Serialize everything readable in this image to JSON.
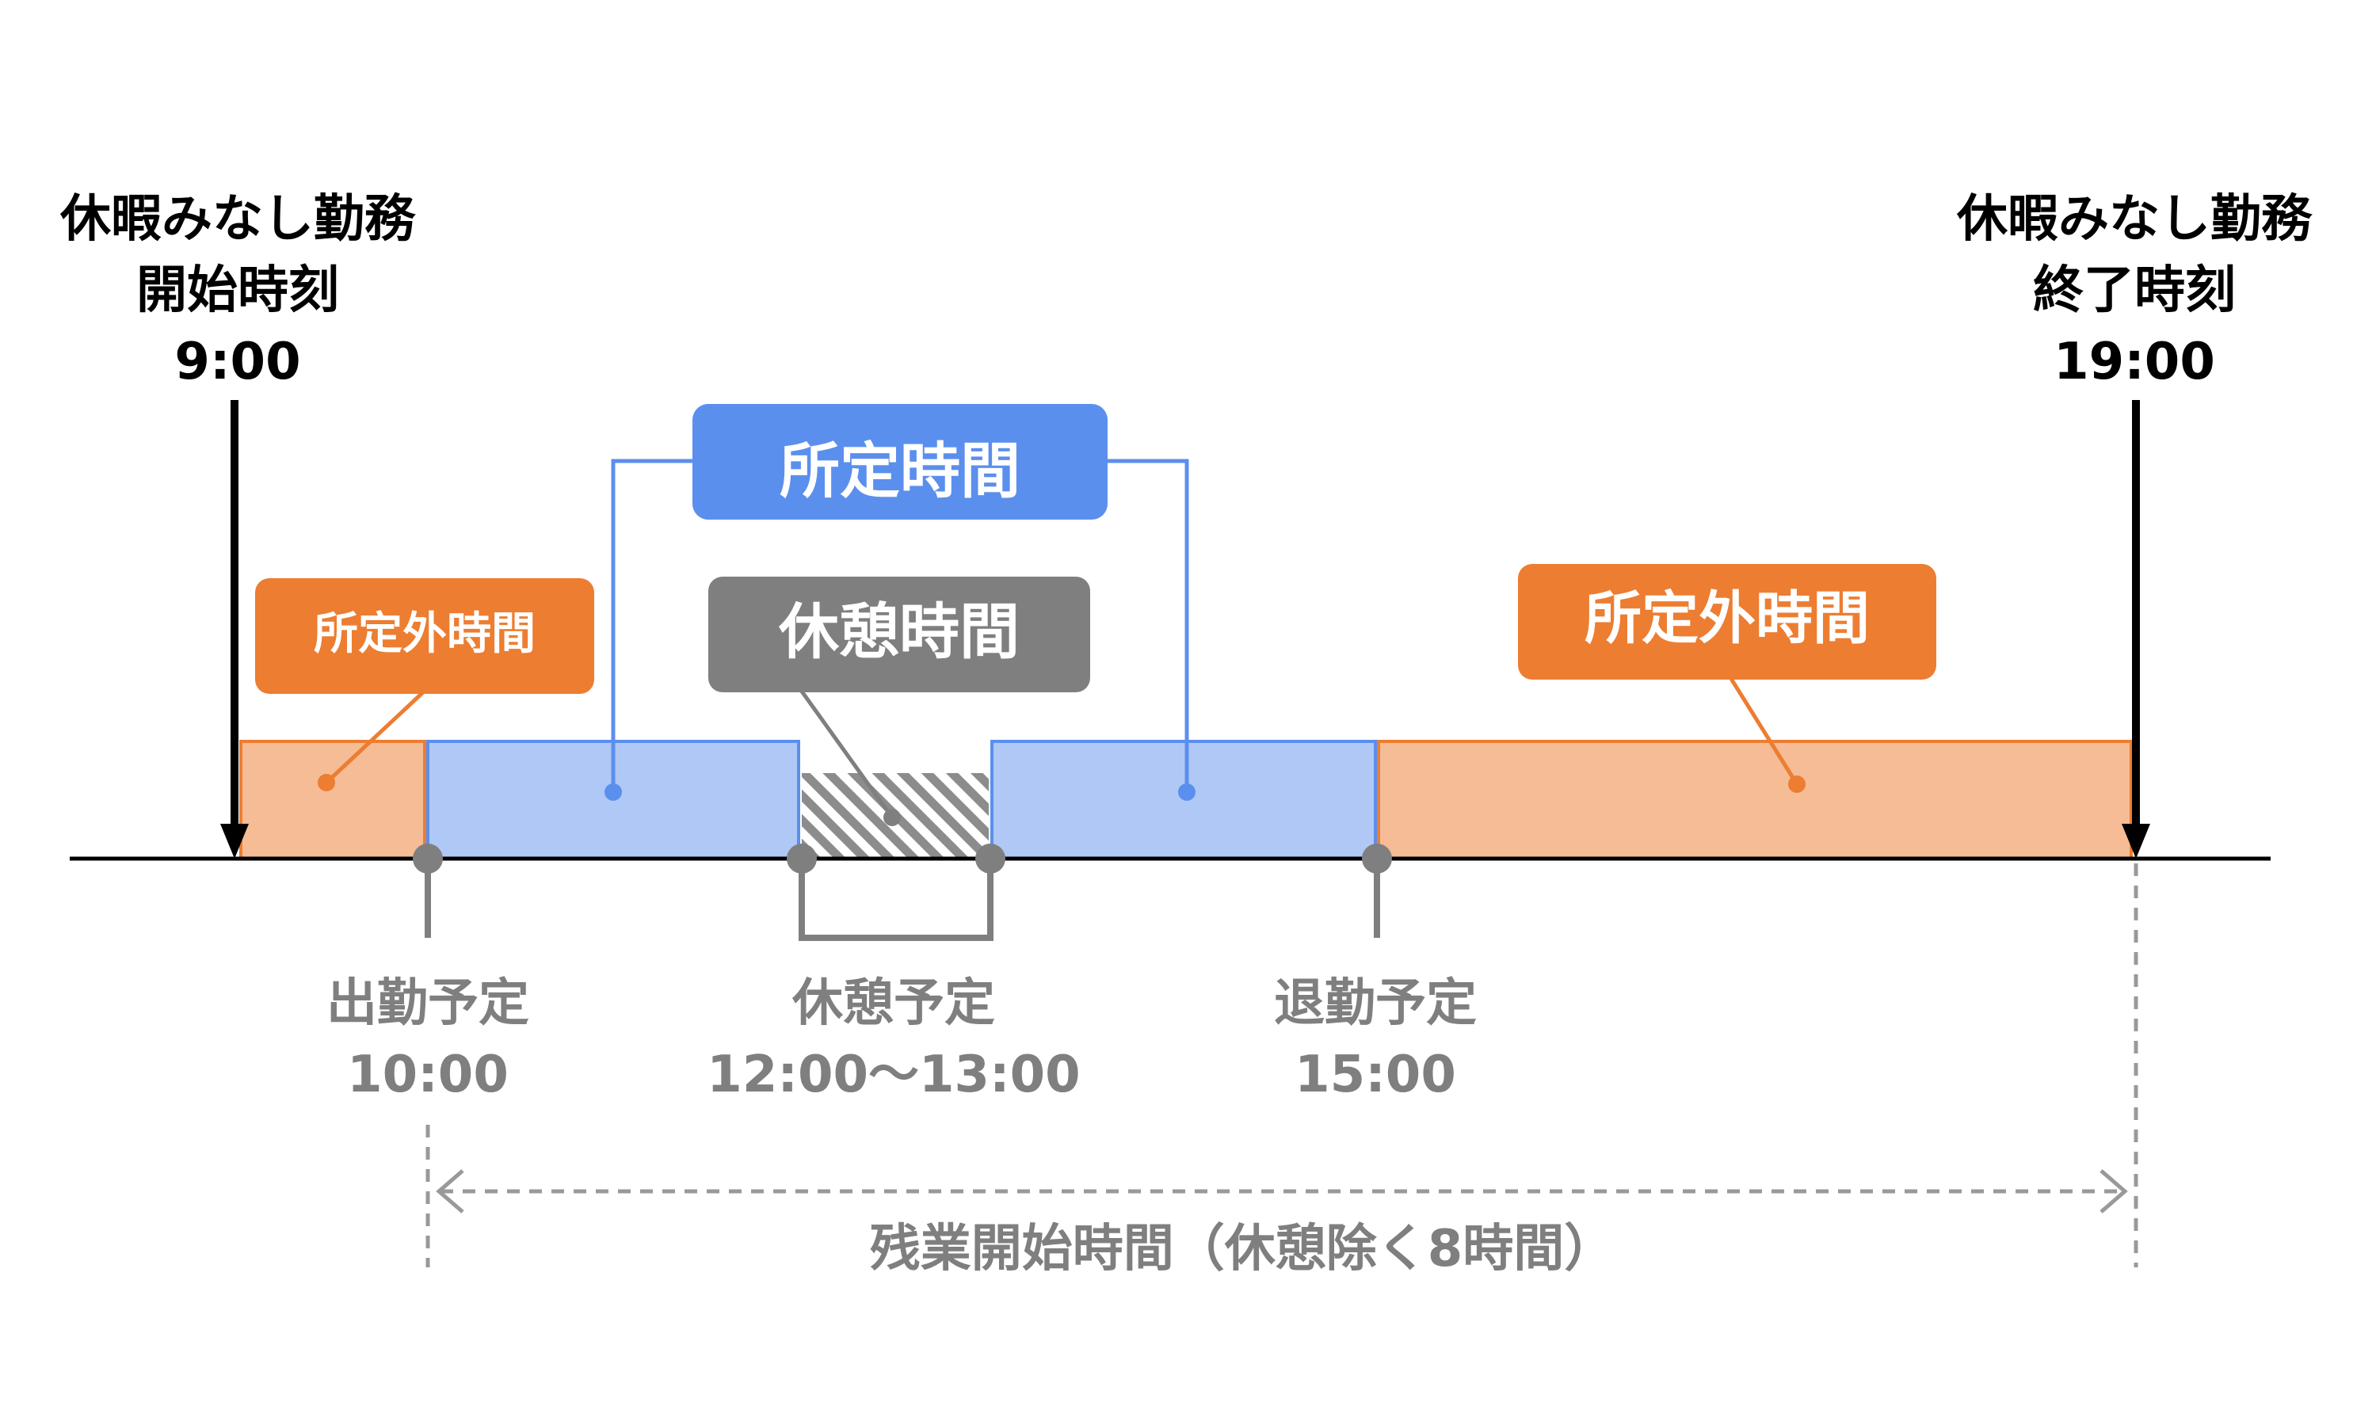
{
  "start": {
    "label_line1": "休暇みなし勤務",
    "label_line2": "開始時刻",
    "time": "9:00"
  },
  "end": {
    "label_line1": "休暇みなし勤務",
    "label_line2": "終了時刻",
    "time": "19:00"
  },
  "labels": {
    "scheduled": "所定時間",
    "break": "休憩時間",
    "non_scheduled_left": "所定外時間",
    "non_scheduled_right": "所定外時間"
  },
  "markers": {
    "clock_in": {
      "label": "出勤予定",
      "time": "10:00"
    },
    "break": {
      "label": "休憩予定",
      "time": "12:00〜13:00"
    },
    "clock_out": {
      "label": "退勤予定",
      "time": "15:00"
    }
  },
  "overtime_label": "残業開始時間（休憩除く8時間）",
  "colors": {
    "scheduled_fill": "#b0c8f5",
    "scheduled_accent": "#5b8fee",
    "non_scheduled_fill": "#f5bc96",
    "non_scheduled_accent": "#ed7d31",
    "break_accent": "#7f7f7f",
    "axis": "#000000"
  }
}
